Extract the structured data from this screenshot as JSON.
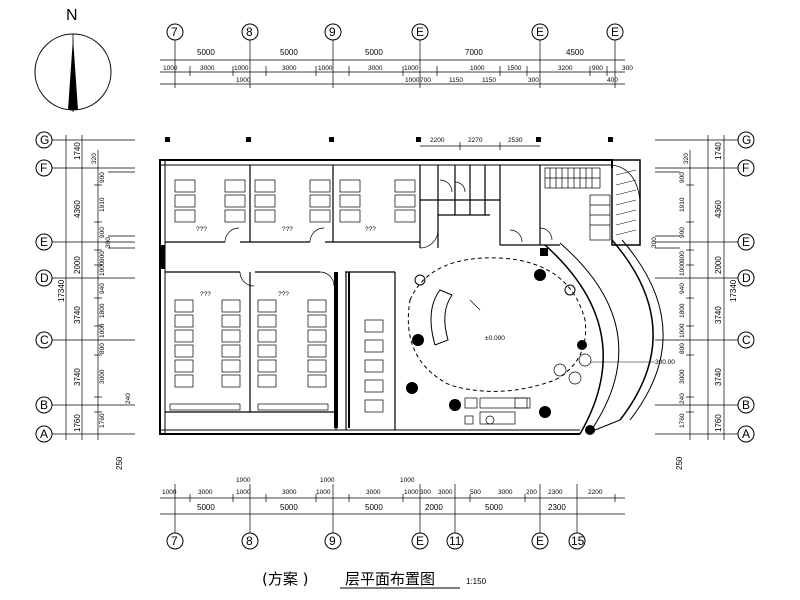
{
  "north": {
    "label": "N"
  },
  "grid_top": [
    "7",
    "8",
    "9",
    "E",
    "E",
    "E"
  ],
  "grid_bottom": [
    "7",
    "8",
    "9",
    "E",
    "11",
    "E",
    "15"
  ],
  "grid_left": [
    "G",
    "F",
    "E",
    "D",
    "C",
    "B",
    "A"
  ],
  "grid_right": [
    "G",
    "F",
    "E",
    "D",
    "C",
    "B",
    "A"
  ],
  "dims_top_main": [
    "5000",
    "5000",
    "5000",
    "7000",
    "4500"
  ],
  "dims_top_sub": [
    "1000",
    "3000",
    "1000",
    "3000",
    "1000",
    "3000",
    "1000",
    "1000",
    "1500",
    "3200",
    "900",
    "300"
  ],
  "dims_top_sub2": [
    "1000",
    "1000",
    "700",
    "1150",
    "1150",
    "300",
    "400"
  ],
  "dims_top_inner": [
    "2200",
    "2270",
    "2530"
  ],
  "dims_bottom_sub": [
    "1000",
    "3000",
    "1000",
    "3000",
    "1000",
    "3000",
    "1000",
    "300",
    "3000",
    "500",
    "3000",
    "200",
    "2300",
    "2200"
  ],
  "dims_bottom_mid": [
    "1000",
    "1000",
    "1000"
  ],
  "dims_bottom_main": [
    "5000",
    "5000",
    "5000",
    "2000",
    "5000",
    "2300"
  ],
  "dims_left": [
    "1740",
    "4360",
    "2000",
    "3740",
    "3740",
    "1760"
  ],
  "dims_left_total": "17340",
  "dims_left_sub": [
    "320",
    "900",
    "1910",
    "900",
    "300",
    "900",
    "1000",
    "940",
    "1800",
    "1000",
    "800",
    "3000",
    "240",
    "1760"
  ],
  "dims_right": [
    "1740",
    "4360",
    "2000",
    "3740",
    "3740",
    "1760"
  ],
  "dims_right_total": "17340",
  "dims_right_sub": [
    "320",
    "900",
    "1910",
    "900",
    "300",
    "900",
    "1000",
    "940",
    "1800",
    "1000",
    "800",
    "3000",
    "240",
    "1760"
  ],
  "side_dim": "250",
  "radius_label": "300.00",
  "level_label": "±0.000",
  "room_labels": [
    "???",
    "???",
    "???",
    "???",
    "???"
  ],
  "title": {
    "scheme": "(方案 )",
    "name": "层平面布置图",
    "scale": "1:150"
  }
}
